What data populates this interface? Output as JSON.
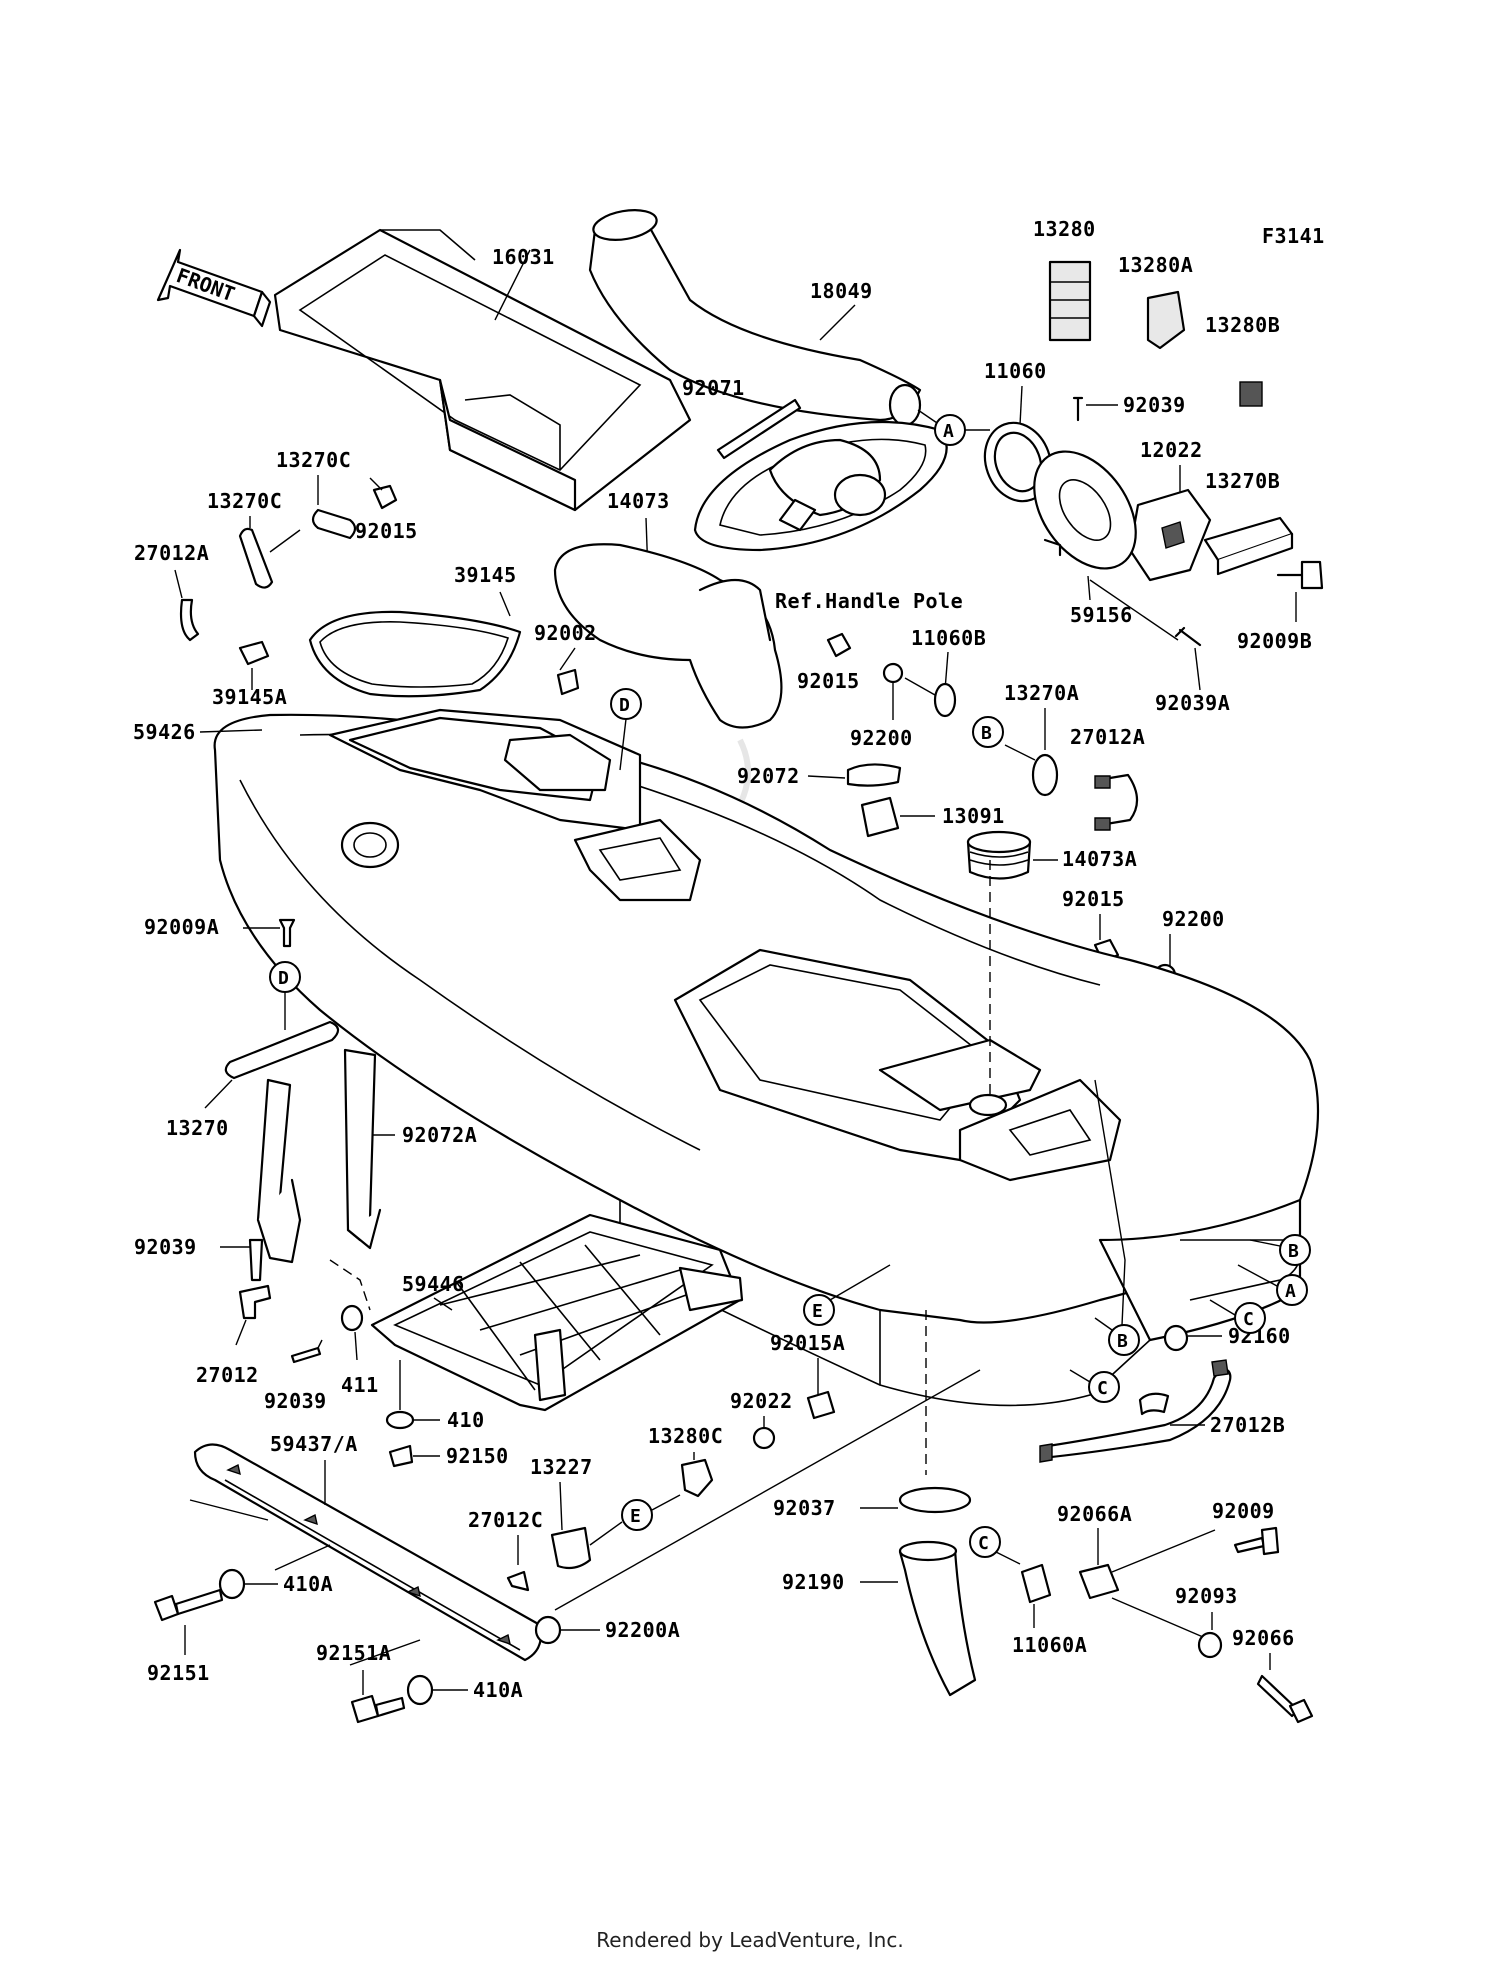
{
  "figure_code": "F3141",
  "front_label": "FRONT",
  "ref_note": "Ref.Handle Pole",
  "footer": "Rendered by LeadVenture, Inc.",
  "part_numbers": {
    "p16031": "16031",
    "p18049": "18049",
    "p13280": "13280",
    "p13280A": "13280A",
    "p13280B": "13280B",
    "p92039_top": "92039",
    "p11060": "11060",
    "p92071": "92071",
    "p12022": "12022",
    "p13270B": "13270B",
    "p13270C_a": "13270C",
    "p13270C_b": "13270C",
    "p27012A_l": "27012A",
    "p92015_l": "92015",
    "p14073": "14073",
    "p39145": "39145",
    "p59156": "59156",
    "p92009B": "92009B",
    "p92002": "92002",
    "p39145A": "39145A",
    "p92015_m": "92015",
    "p11060B": "11060B",
    "p92039A": "92039A",
    "p59426": "59426",
    "p92200_m": "92200",
    "p13270A": "13270A",
    "p27012A_r": "27012A",
    "p92072": "92072",
    "p13091": "13091",
    "p14073A": "14073A",
    "p92015_r": "92015",
    "p92200_r": "92200",
    "p92009A": "92009A",
    "p13270": "13270",
    "p92072A": "92072A",
    "p92039_l": "92039",
    "p59446": "59446",
    "p27012": "27012",
    "p92039_b": "92039",
    "p411": "411",
    "p410": "410",
    "p92015A": "92015A",
    "p92022": "92022",
    "p13280C": "13280C",
    "p92160": "92160",
    "p27012B": "27012B",
    "p59437A": "59437/A",
    "p92150": "92150",
    "p13227": "13227",
    "p27012C": "27012C",
    "p92037": "92037",
    "p92009": "92009",
    "p92066A": "92066A",
    "p92093": "92093",
    "p410A_a": "410A",
    "p92200A": "92200A",
    "p92190": "92190",
    "p11060A": "11060A",
    "p92066": "92066",
    "p92151": "92151",
    "p92151A": "92151A",
    "p410A_b": "410A"
  },
  "callouts": {
    "A1": "A",
    "A2": "A",
    "B1": "B",
    "B2": "B",
    "B3": "B",
    "C1": "C",
    "C2": "C",
    "C3": "C",
    "D1": "D",
    "D2": "D",
    "E1": "E",
    "E2": "E"
  }
}
